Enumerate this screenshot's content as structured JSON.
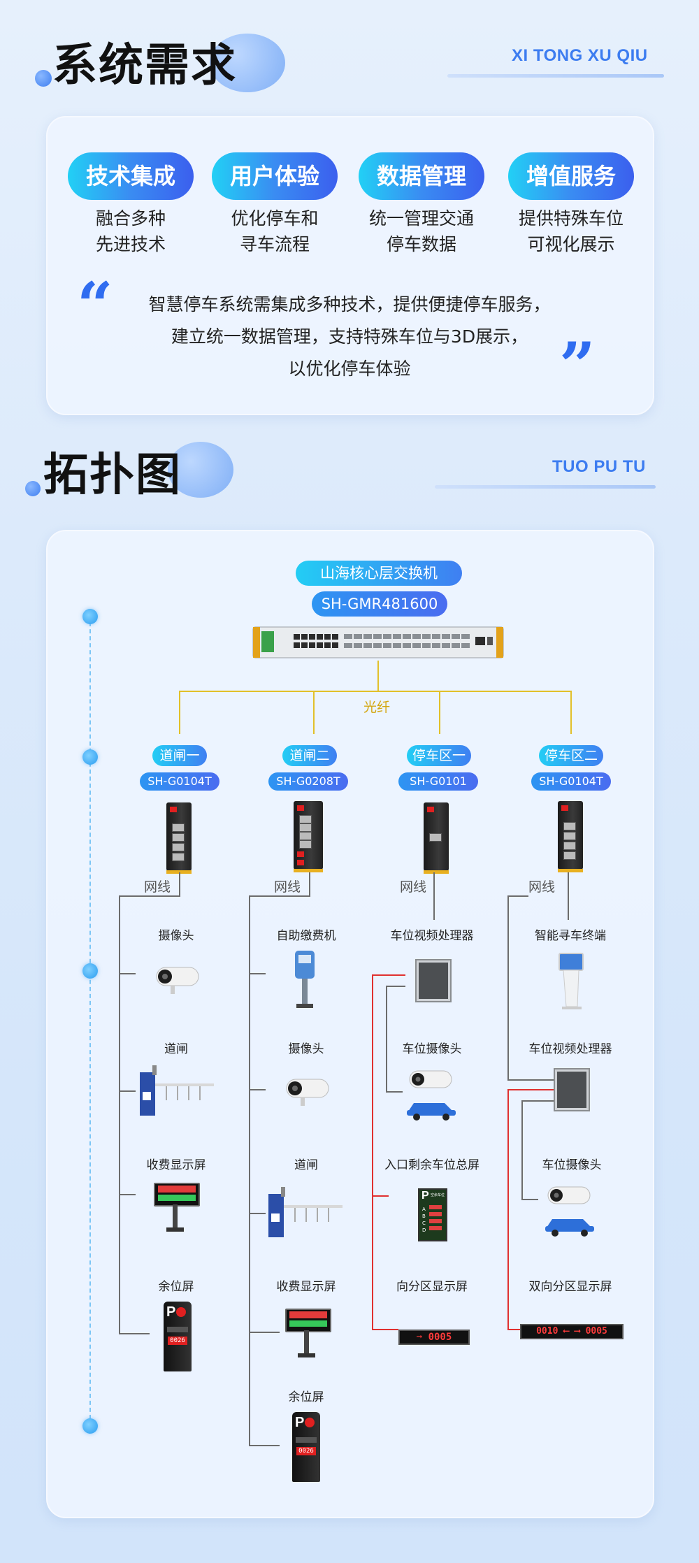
{
  "section1": {
    "title": "系统需求",
    "pinyin": "XI TONG XU QIU",
    "pills": [
      {
        "label": "技术集成",
        "desc1": "融合多种",
        "desc2": "先进技术"
      },
      {
        "label": "用户体验",
        "desc1": "优化停车和",
        "desc2": "寻车流程"
      },
      {
        "label": "数据管理",
        "desc1": "统一管理交通",
        "desc2": "停车数据"
      },
      {
        "label": "增值服务",
        "desc1": "提供特殊车位",
        "desc2": "可视化展示"
      }
    ],
    "quote": {
      "open": "“",
      "close": "”",
      "line1": "智慧停车系统需集成多种技术，提供便捷停车服务，",
      "line2": "建立统一数据管理，支持特殊车位与3D展示，",
      "line3": "以优化停车体验"
    }
  },
  "section2": {
    "title": "拓扑图",
    "pinyin": "TUO PU TU",
    "core": {
      "name": "山海核心层交换机",
      "model": "SH-GMR481600"
    },
    "fiber_label": "光纤",
    "network_label": "网线",
    "branches": [
      {
        "name": "道闸一",
        "model": "SH-G0104T",
        "devices": [
          "摄像头",
          "道闸",
          "收费显示屏",
          "余位屏"
        ]
      },
      {
        "name": "道闸二",
        "model": "SH-G0208T",
        "devices": [
          "自助缴费机",
          "摄像头",
          "道闸",
          "收费显示屏",
          "余位屏"
        ]
      },
      {
        "name": "停车区一",
        "model": "SH-G0101",
        "devices": [
          "车位视频处理器",
          "车位摄像头",
          "入口剩余车位总屏",
          "向分区显示屏"
        ],
        "display_value": "0005"
      },
      {
        "name": "停车区二",
        "model": "SH-G0104T",
        "devices": [
          "智能寻车终端",
          "车位视频处理器",
          "车位摄像头",
          "双向分区显示屏"
        ],
        "display_left": "0010",
        "display_right": "0005"
      }
    ],
    "kiosk_number": "0026",
    "total_screen": {
      "p": "P",
      "header": "空余车位",
      "rows": [
        "A",
        "B",
        "C",
        "D"
      ]
    }
  }
}
